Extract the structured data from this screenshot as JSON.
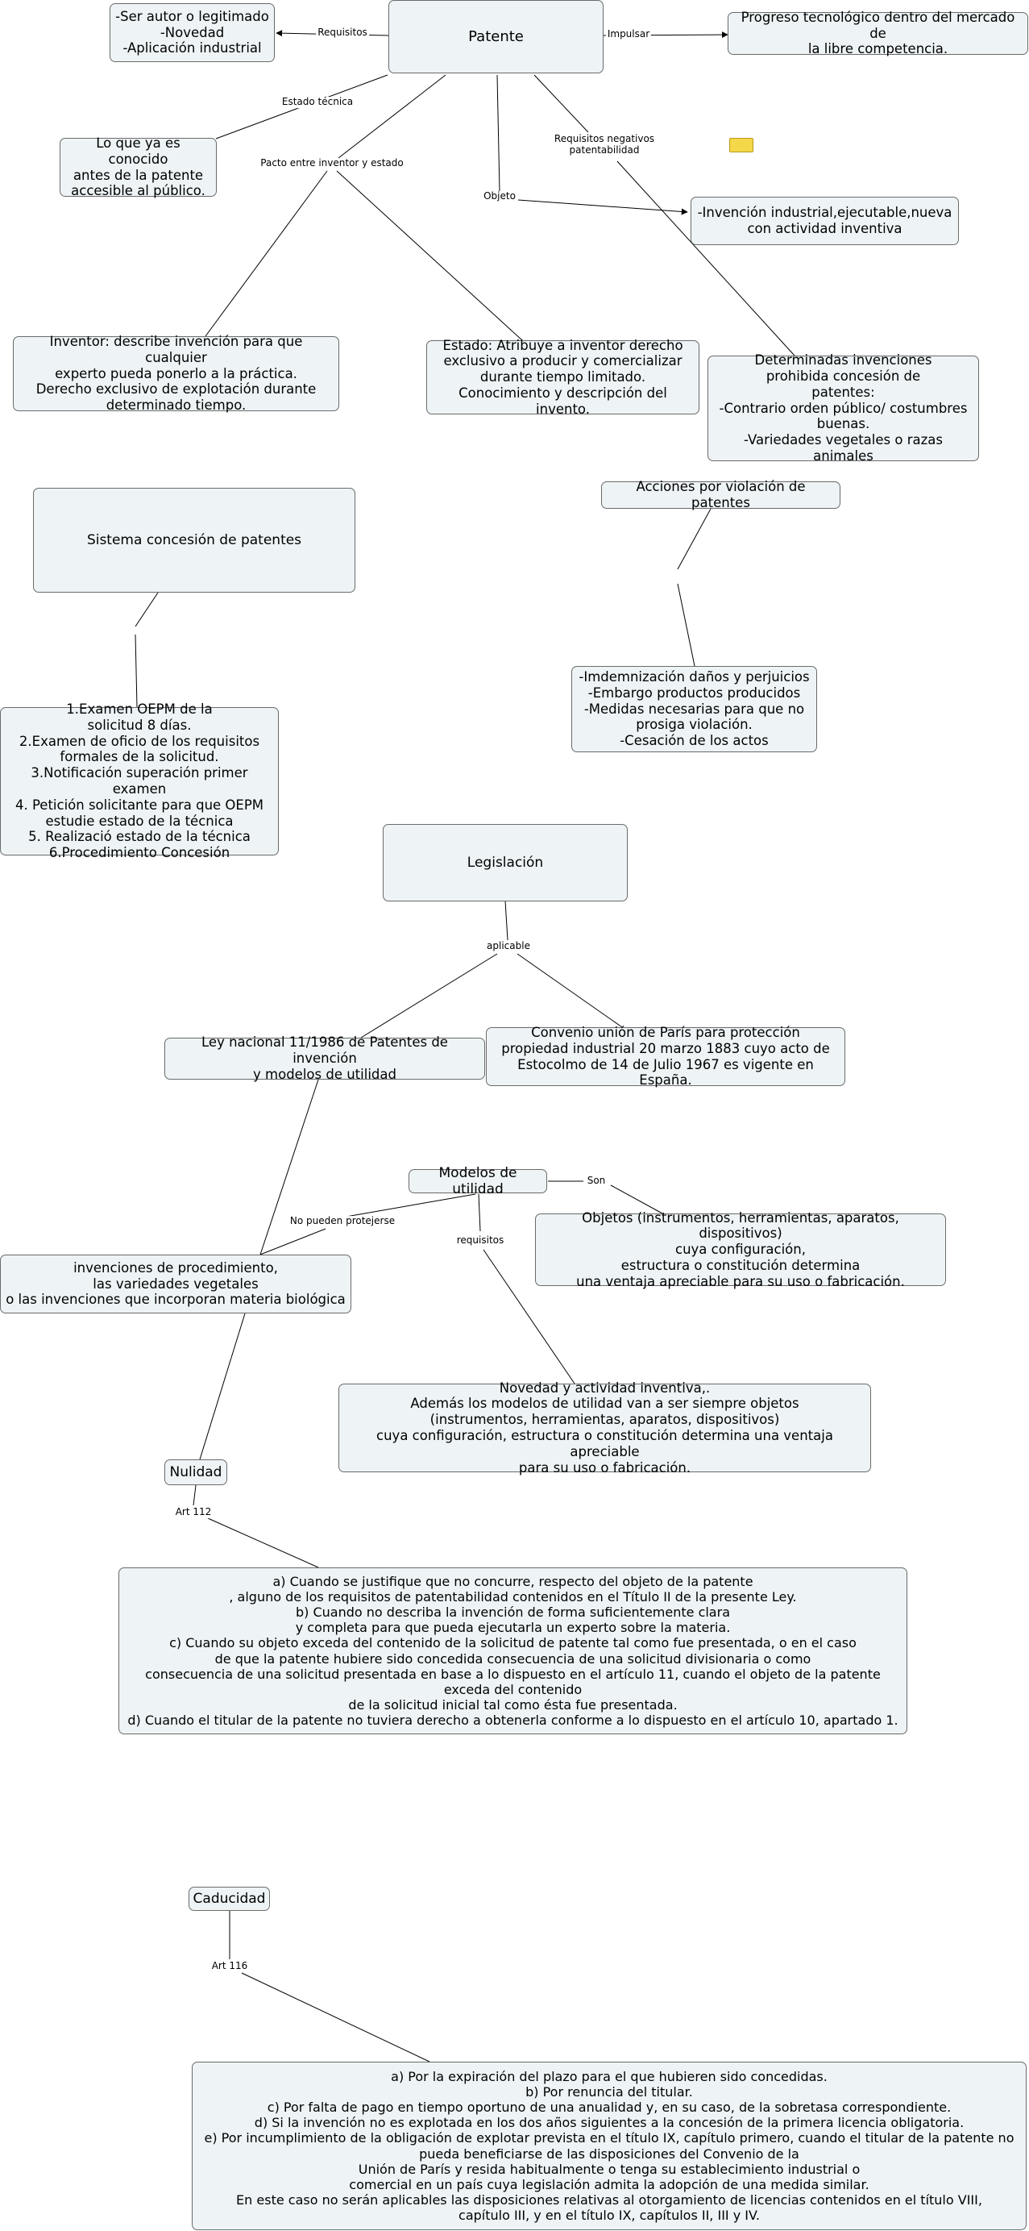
{
  "nodes": {
    "patente": "Patente",
    "requisitos_autor": "-Ser autor o legitimado\n-Novedad\n-Aplicación industrial",
    "progreso": "Progreso tecnológico dentro del mercado de\nla libre competencia.",
    "conocido": "Lo que ya es conocido\nantes de la patente\naccesible al público.",
    "invencion_industrial": "-Invención industrial,ejecutable,nueva\ncon actividad inventiva",
    "inventor": "Inventor: describe invención para que cualquier\nexperto pueda ponerlo a la práctica.\nDerecho exclusivo de explotación durante\ndeterminado tiempo.",
    "estado": "Estado: Atribuye a inventor derecho\nexclusivo a producir y comercializar\ndurante tiempo limitado.\nConocimiento y descripción del invento.",
    "determinadas": "Determinadas invenciones\nprohibida concesión de\npatentes:\n-Contrario orden público/ costumbres\nbuenas.\n-Variedades vegetales o razas animales",
    "sistema": "Sistema concesión  de patentes",
    "acciones": "Acciones por violación de patentes",
    "indemnizacion": "-Imdemnización daños y perjuicios\n-Embargo productos producidos\n-Medidas necesarias para que no\nprosiga violación.\n-Cesación de los actos",
    "pasos": "1.Examen OEPM de la\nsolicitud 8 días.\n2.Examen de oficio de los requisitos\nformales de la solicitud.\n3.Notificación superación primer examen\n4. Petición solicitante para que OEPM\nestudie estado de la técnica\n5. Realizació estado de la técnica\n6.Procedimiento Concesión",
    "legislacion": "Legislación",
    "ley_nacional": "Ley nacional 11/1986 de Patentes de invención\ny modelos de utilidad",
    "convenio": "Convenio unión de París para protección\npropiedad industrial 20 marzo 1883 cuyo acto de\nEstocolmo de 14 de Julio 1967 es vigente en España.",
    "modelos": "Modelos de utilidad",
    "objetos": "Objetos (instrumentos, herramientas, aparatos, dispositivos)\ncuya configuración,\nestructura o constitución determina\nuna ventaja apreciable para su uso o fabricación.",
    "invenciones_proc": "invenciones de procedimiento,\nlas variedades vegetales\no las invenciones que incorporan materia biológica",
    "novedad": "Novedad y actividad inventiva,.\nAdemás los modelos de utilidad van a ser siempre objetos\n(instrumentos, herramientas, aparatos, dispositivos)\ncuya configuración, estructura o constitución determina una ventaja apreciable\npara su uso o fabricación.",
    "nulidad": "Nulidad",
    "nulidad_texto": "a) Cuando se justifique que no concurre, respecto del objeto de la patente\n, alguno de los requisitos de patentabilidad contenidos en el Título II de la presente Ley.\nb) Cuando no describa la invención de forma suficientemente clara\ny completa para que pueda ejecutarla un experto sobre la materia.\nc) Cuando su objeto exceda del contenido de la solicitud de patente tal como fue presentada, o en el caso\nde que la patente hubiere sido concedida  consecuencia de una solicitud divisionaria o como\nconsecuencia de una solicitud presentada en base a lo dispuesto en el artículo 11, cuando el objeto de la patente\nexceda del contenido\nde la solicitud inicial tal como ésta fue presentada.\nd) Cuando el titular de la patente no tuviera derecho a obtenerla conforme a lo dispuesto en el artículo 10, apartado 1.",
    "caducidad": "Caducidad",
    "caducidad_texto": "a) Por la expiración del plazo para el que hubieren sido concedidas.\nb) Por renuncia del titular.\nc) Por falta de pago en tiempo oportuno de una anualidad y, en su caso, de la sobretasa correspondiente.\nd) Si la invención no es explotada en los dos años siguientes a la concesión de la primera licencia obligatoria.\ne) Por incumplimiento de la obligación de explotar prevista en el título IX, capítulo primero, cuando el titular de la patente no\npueda beneficiarse de las disposiciones del Convenio de la\nUnión de París y resida habitualmente o tenga su establecimiento industrial o\ncomercial en un país cuya legislación admita la adopción de una medida similar.\nEn este caso no serán aplicables las disposiciones relativas al otorgamiento de licencias contenidos en el título VIII,\ncapítulo III, y en el título IX, capítulos II, III y IV."
  },
  "labels": {
    "requisitos": "Requisitos",
    "impulsar": "Impulsar",
    "estado_tecnica": "Estado técnica",
    "requisitos_negativos": "Requisitos negativos\npatentabilidad",
    "pacto": "Pacto entre inventor y estado",
    "objeto": "Objeto",
    "aplicable": "aplicable",
    "son": "Son",
    "no_pueden": "No pueden protejerse",
    "requisitos_mu": "requisitos",
    "art112": "Art 112",
    "art116": "Art 116"
  }
}
